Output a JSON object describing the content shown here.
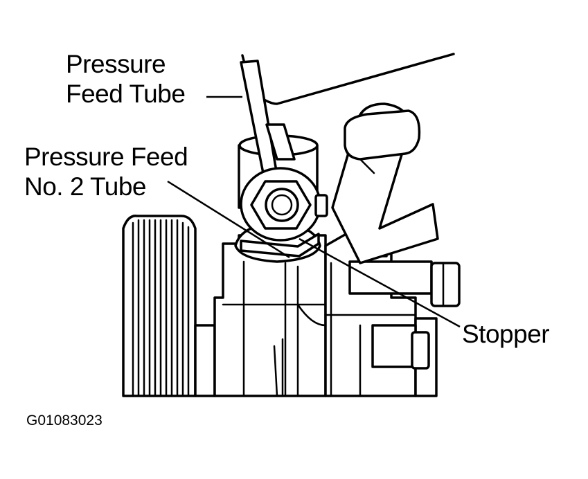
{
  "labels": {
    "pressure_feed_tube": [
      "Pressure",
      "Feed Tube"
    ],
    "pressure_feed_no2_tube": [
      "Pressure Feed",
      "No. 2 Tube"
    ],
    "stopper": "Stopper"
  },
  "figure_code": "G01083023"
}
